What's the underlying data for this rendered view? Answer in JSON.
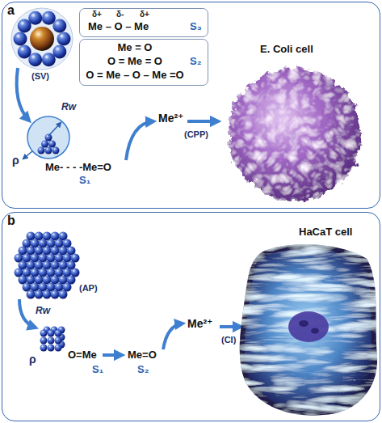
{
  "diagram": {
    "nodes": [
      {
        "text": [
          "a"
        ]
      },
      {
        "text": [
          "δ+",
          "δ-",
          "δ+",
          "Me – O – Me",
          "S₃"
        ],
        "in": 0
      },
      {
        "text": [
          "Me = O",
          "O = Me = O",
          "O = Me – O – Me =O",
          "S₂"
        ],
        "in": 0
      },
      {
        "text": [
          "b"
        ]
      }
    ],
    "labels": [
      "(SV)",
      "Rw",
      "ρ",
      "Me- - - -Me=O",
      "S₁",
      "Me²⁺",
      "(CPP)",
      "E. Coli cell",
      "(AP)",
      "Rw",
      "ρ",
      "O=Me",
      "S₁",
      "Me=O",
      "S₂",
      "Me²⁺",
      "(CI)",
      "HaCaT cell"
    ]
  }
}
